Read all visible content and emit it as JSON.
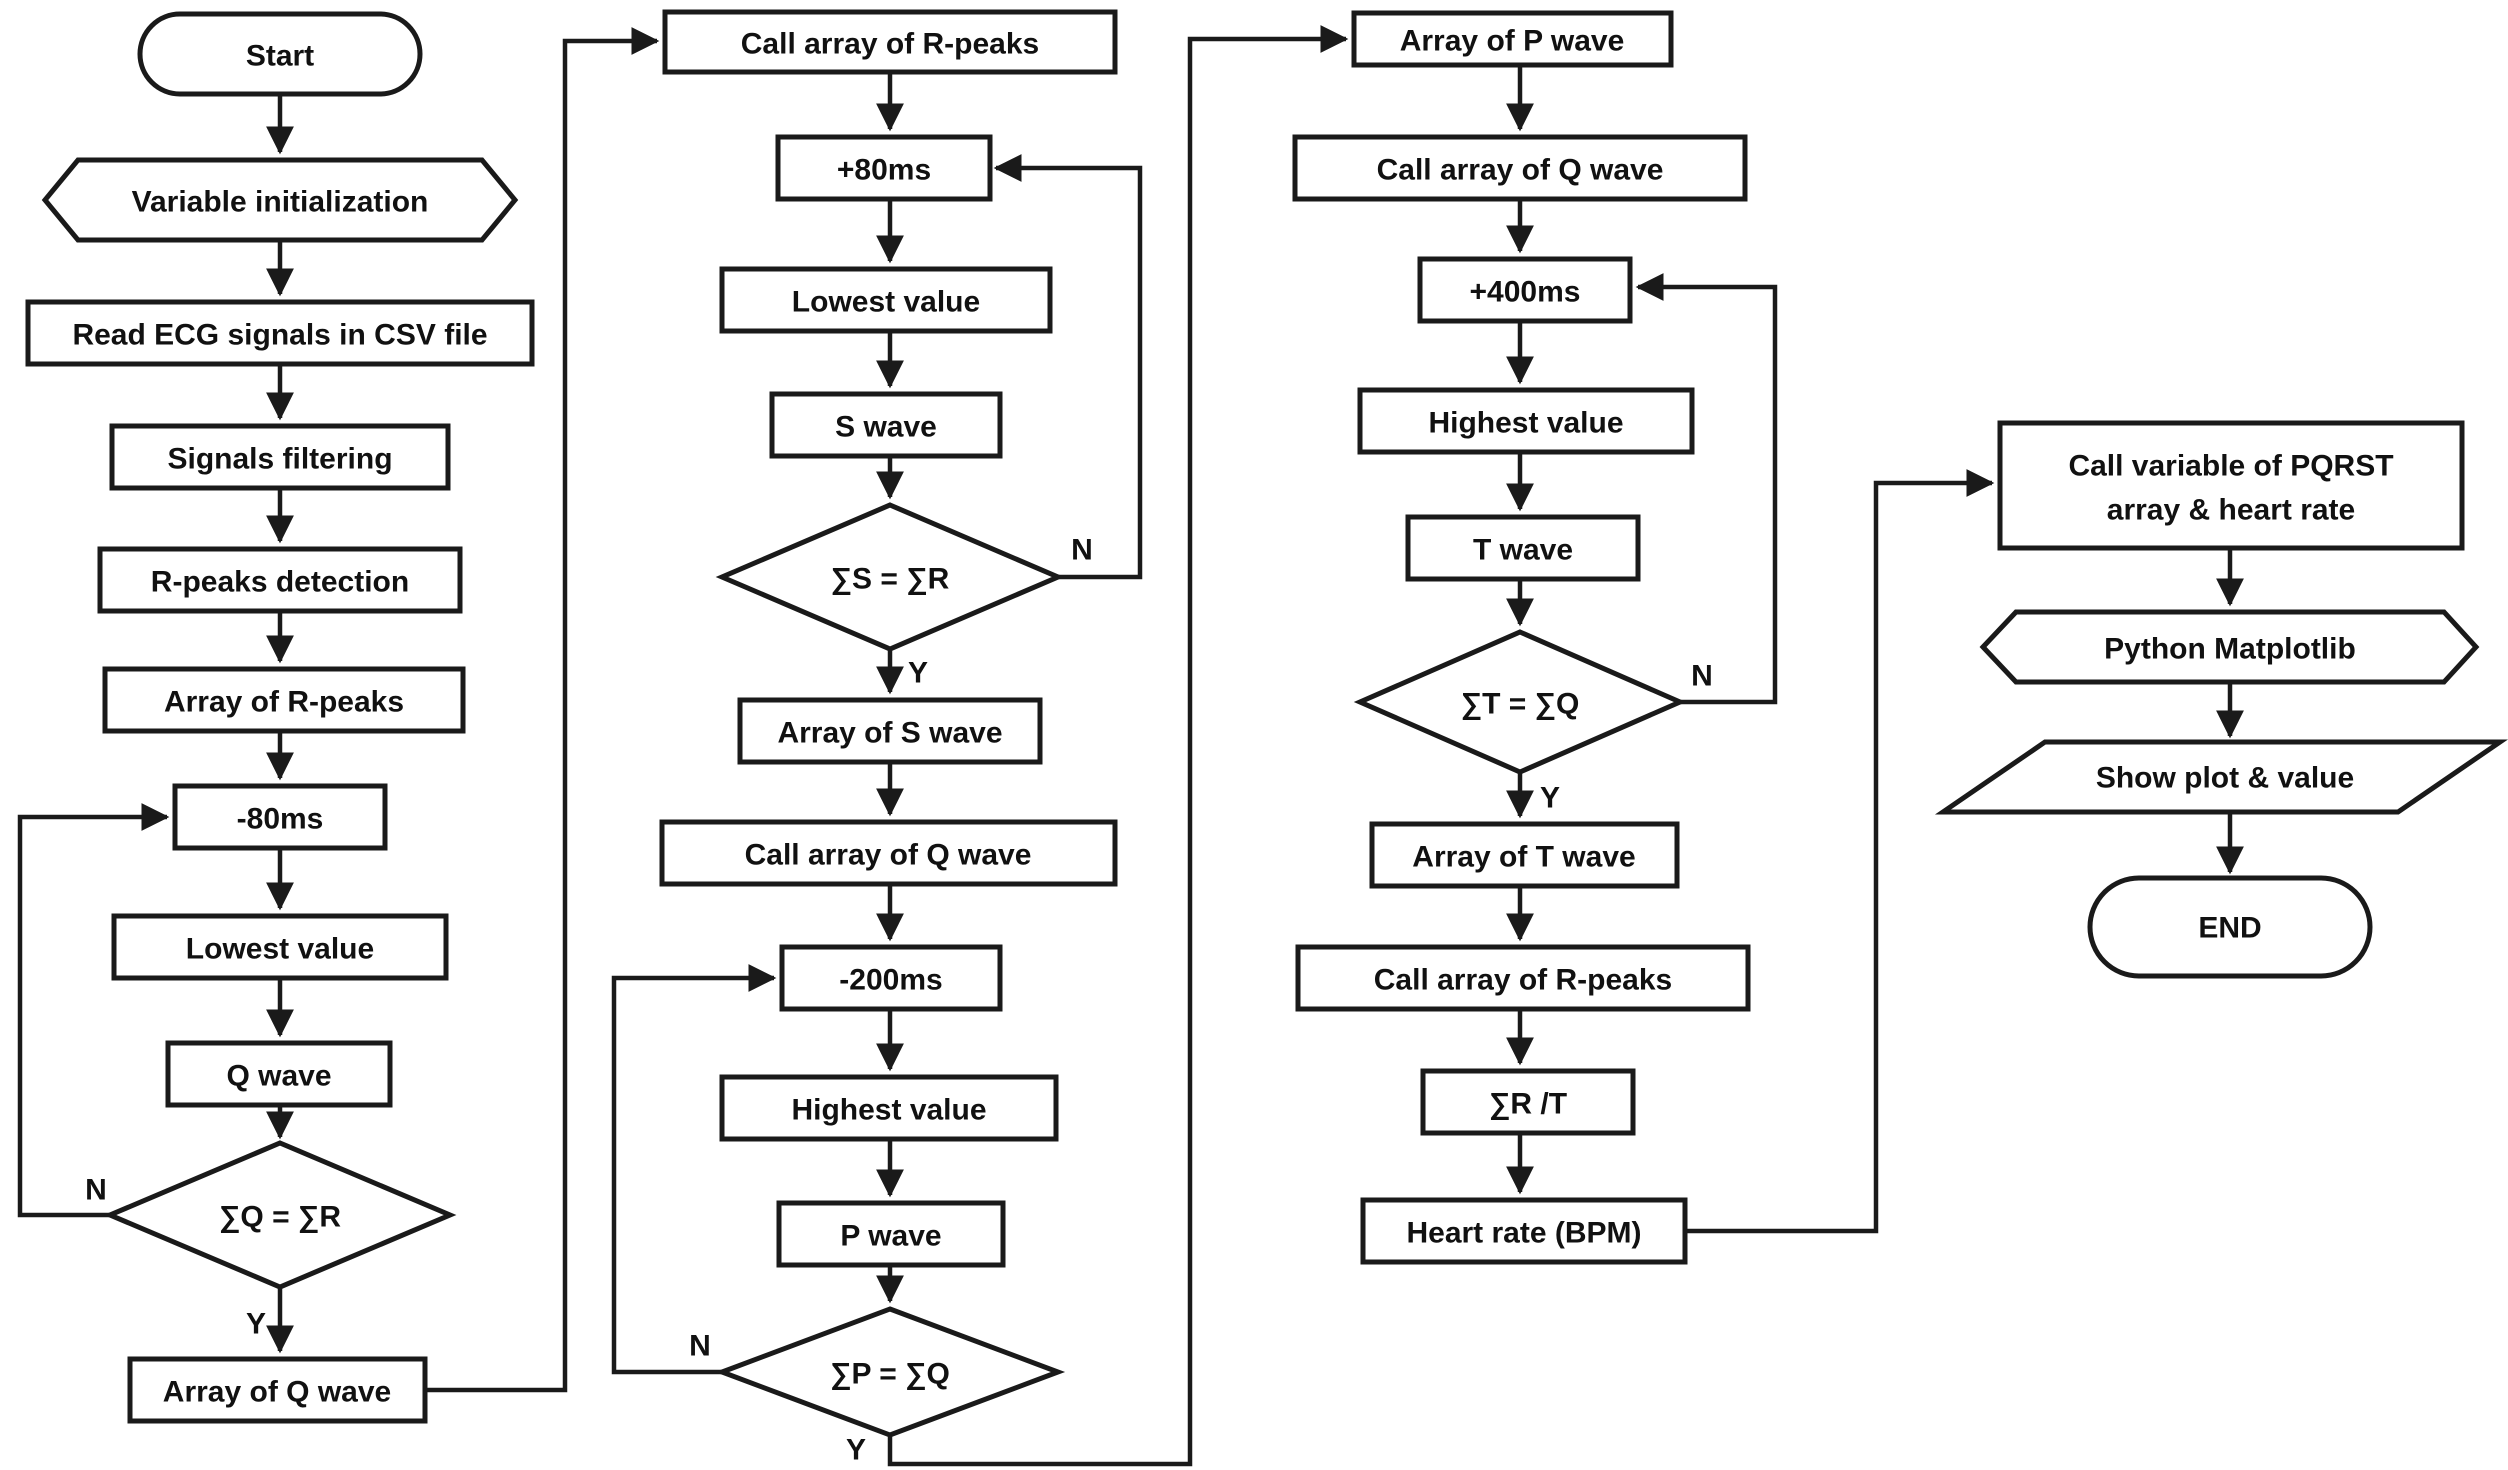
{
  "diagram": {
    "title": "ECG PQRST detection and heart-rate flowchart",
    "background_color": "#ffffff",
    "line_color": "#1a1a1a",
    "labels": {
      "n": "N",
      "y": "Y"
    },
    "nodes": {
      "start": "Start",
      "variable_initialization": "Variable initialization",
      "read_ecg": "Read ECG signals in CSV file",
      "signals_filtering": "Signals filtering",
      "rpeaks_detection": "R-peaks detection",
      "array_of_rpeaks": "Array of R-peaks",
      "minus_80ms": "-80ms",
      "lowest_value_1": "Lowest value",
      "q_wave": "Q wave",
      "decision_q": "∑Q = ∑R",
      "array_of_q_wave": "Array of Q wave",
      "call_array_of_rpeaks_1": "Call array of R-peaks",
      "plus_80ms": "+80ms",
      "lowest_value_2": "Lowest value",
      "s_wave": "S wave",
      "decision_s": "∑S = ∑R",
      "array_of_s_wave": "Array of S wave",
      "call_array_of_q_wave_1": "Call array of Q wave",
      "minus_200ms": "-200ms",
      "highest_value_1": "Highest value",
      "p_wave": "P wave",
      "decision_p": "∑P = ∑Q",
      "array_of_p_wave": "Array of P wave",
      "call_array_of_q_wave_2": "Call array of Q wave",
      "plus_400ms": "+400ms",
      "highest_value_2": "Highest value",
      "t_wave": "T wave",
      "decision_t": "∑T = ∑Q",
      "array_of_t_wave": "Array of T wave",
      "call_array_of_rpeaks_2": "Call array of R-peaks",
      "sum_r_div_t": "∑R /T",
      "heart_rate_bpm": "Heart rate (BPM)",
      "call_pqrst_line1": "Call variable of PQRST",
      "call_pqrst_line2": "array & heart rate",
      "python_matplotlib": "Python Matplotlib",
      "show_plot_value": "Show plot & value",
      "end": "END"
    }
  }
}
